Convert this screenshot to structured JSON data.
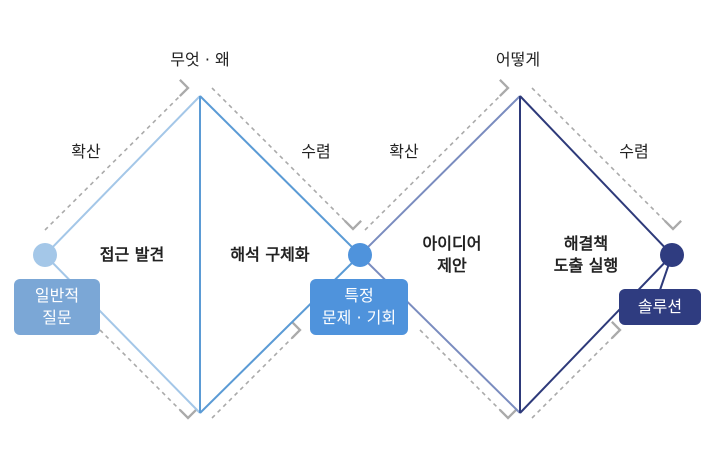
{
  "top_labels": {
    "what_why": "무엇 · 왜",
    "how": "어떻게"
  },
  "phase_labels": {
    "diverge_1": "확산",
    "converge_1": "수렴",
    "diverge_2": "확산",
    "converge_2": "수렴"
  },
  "stages": {
    "discovery": [
      "접근 발견"
    ],
    "specification": [
      "해석 구체화"
    ],
    "ideation": [
      "아이디어",
      "제안"
    ],
    "execution": [
      "해결책",
      "도출 실행"
    ]
  },
  "badges": {
    "general_question": [
      "일반적",
      "질문"
    ],
    "specific_problem": [
      "특정",
      "문제 · 기회"
    ],
    "solution": [
      "솔루션"
    ]
  },
  "colors": {
    "light_blue": "#a4c7e8",
    "mid_blue": "#5b9bd5",
    "slate_blue": "#7a8cbf",
    "navy": "#2e3a7a",
    "badge_1": "#7ba7d6",
    "badge_2": "#4f93dc",
    "badge_3": "#2f3c80",
    "dashed_arrow": "#aaaaaa"
  }
}
